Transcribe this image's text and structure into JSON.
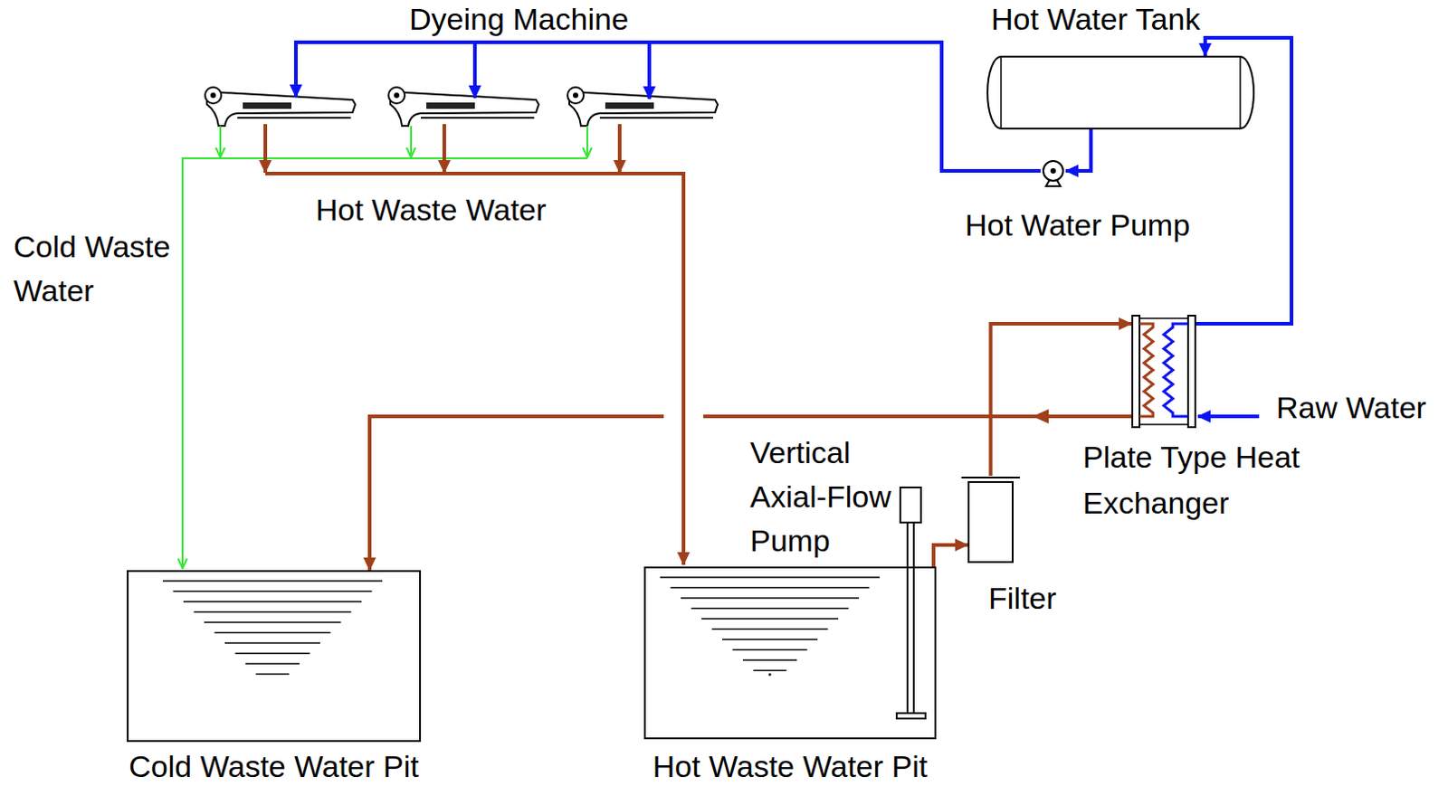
{
  "diagram": {
    "nodes": [
      {
        "text": [
          "Hot Water Tank"
        ]
      },
      {
        "text": [
          "Hot Water Pump"
        ]
      },
      {
        "text": [
          "Plate Type Heat Exchanger"
        ]
      },
      {
        "text": [
          "Filter"
        ]
      },
      {
        "text": [
          "Cold Waste Water Pit"
        ]
      },
      {
        "text": [
          "Hot Waste Water Pit"
        ]
      },
      {
        "text": [
          "Vertical Axial-Flow Pump"
        ],
        "in": 5
      }
    ],
    "edges": [
      {
        "from": 6,
        "to": 3,
        "arrow": "to"
      },
      {
        "from": 3,
        "to": 2,
        "arrow": "to"
      },
      {
        "from": 2,
        "to": 0,
        "arrow": "to"
      },
      {
        "from": 0,
        "to": 1,
        "arrow": "to"
      },
      {
        "from": 2,
        "to": 4,
        "arrow": "to"
      }
    ],
    "labels": [
      "Dyeing Machine",
      "Hot Waste Water",
      "Cold Waste Water",
      "Raw Water"
    ]
  }
}
